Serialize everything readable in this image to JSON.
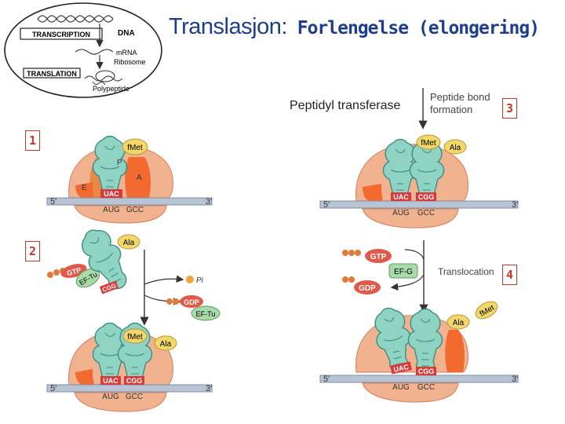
{
  "title": {
    "main": "Translasjon:",
    "sub": " Forlengelse (elongering)"
  },
  "overview": {
    "transcription": "TRANSCRIPTION",
    "translation": "TRANSLATION",
    "dna": "DNA",
    "mrna": "mRNA",
    "ribosome": "Ribosome",
    "polypeptide": "Polypeptide"
  },
  "labels": {
    "peptidyl_transferase": "Peptidyl transferase",
    "peptide_bond_line1": "Peptide bond",
    "peptide_bond_line2": "formation",
    "translocation": "Translocation"
  },
  "steps": [
    "1",
    "2",
    "3",
    "4"
  ],
  "panel1": {
    "imet": "fMet",
    "e": "E",
    "p": "P",
    "a": "A",
    "anticodon": "UAC",
    "codon1": "AUG",
    "codon2": "GCC",
    "five": "5′",
    "three": "3′"
  },
  "panel2_inputs": {
    "ala": "Ala",
    "gtp": "GTP",
    "eftu": "EF-Tu",
    "anticodon": "CGG",
    "pi": "Pi",
    "gdp": "GDP",
    "eftu_out": "EF-Tu"
  },
  "panel2_ribosome": {
    "imet": "fMet",
    "ala": "Ala",
    "anticodon1": "UAC",
    "anticodon2": "CGG",
    "codon1": "AUG",
    "codon2": "GCC",
    "five": "5′",
    "three": "3′"
  },
  "panel3": {
    "imet": "fMet",
    "ala": "Ala",
    "anticodon1": "UAC",
    "anticodon2": "CGG",
    "codon1": "AUG",
    "codon2": "GCC",
    "five": "5′",
    "three": "3′"
  },
  "panel4_inputs": {
    "gtp": "GTP",
    "efg": "EF-G",
    "gdp": "GDP"
  },
  "panel4": {
    "imet": "fMet",
    "ala": "Ala",
    "anticodon1": "UAC",
    "anticodon2": "CGG",
    "codon1": "AUG",
    "codon2": "GCC",
    "five": "5′",
    "three": "3′"
  },
  "colors": {
    "title": "#1f3d8f",
    "ribosome": "#f0b28f",
    "ribosome_dark": "#e8823f",
    "site": "#f26a2f",
    "trna": "#8fd3c5",
    "trna_edge": "#3d8f80",
    "mrna": "#b8c3d3",
    "label_red": "#d83a3a",
    "amino": "#f2d76a",
    "gtp_gdp": "#e05a4a",
    "ef": "#a9dbaa",
    "step_border": "#c0392b"
  }
}
